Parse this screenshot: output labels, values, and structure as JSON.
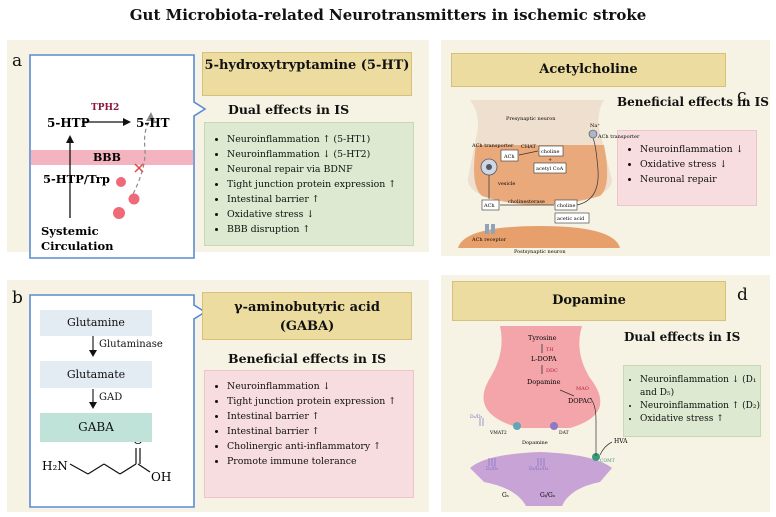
{
  "title": "Gut Microbiota-related Neurotransmitters in ischemic stroke",
  "panel_a": {
    "letter": "a",
    "header": "5-hydroxytryptamine (5-HT)",
    "subtitle": "Dual effects in IS",
    "effects": [
      "Neuroinflammation ↑ (5-HT1)",
      "Neuroinflammation ↓ (5-HT2)",
      "Neuronal repair via BDNF",
      "Tight junction protein expression ↑",
      "Intestinal barrier ↑",
      "Oxidative stress ↓",
      "BBB disruption ↑"
    ],
    "diagram": {
      "enzyme": "TPH2",
      "substrate": "5-HTP",
      "product": "5-HT",
      "barrier": "BBB",
      "source": "5-HTP/Trp",
      "circulation_1": "Systemic",
      "circulation_2": "Circulation"
    }
  },
  "panel_b": {
    "letter": "b",
    "header_1": "γ-aminobutyric acid",
    "header_2": "(GABA)",
    "subtitle": "Beneficial effects in IS",
    "effects": [
      "Neuroinflammation ↓",
      "Tight junction protein expression ↑",
      "Intestinal barrier ↑",
      "Intestinal barrier ↑",
      "Cholinergic anti-inflammatory ↑",
      "Promote immune tolerance"
    ],
    "flow": {
      "step1": "Glutamine",
      "enzyme1": "Glutaminase",
      "step2": "Glutamate",
      "enzyme2": "GAD",
      "step3": "GABA"
    },
    "molecule": {
      "amine": "H₂N",
      "oxygen": "O",
      "hydroxyl": "OH"
    }
  },
  "panel_c": {
    "letter": "c",
    "header": "Acetylcholine",
    "subtitle": "Beneficial effects in IS",
    "effects": [
      "Neuroinflammation ↓",
      "Oxidative stress ↓",
      "Neuronal repair"
    ],
    "diagram": {
      "presynaptic": "Presynaptic neuron",
      "postsynaptic": "Postsynaptic neuron",
      "ach_transporter_in": "ACh transporter",
      "ach": "ACh",
      "chat": "CHAT",
      "choline": "choline",
      "plus": "+",
      "acetyl_coa": "acetyl CoA",
      "vesicle": "vesicle",
      "na": "Na⁺",
      "ach_transporter_out": "ACh transporter",
      "cholinesterase": "cholinesterase",
      "acetic_acid": "acetic acid",
      "receptor": "ACh receptor"
    }
  },
  "panel_d": {
    "letter": "d",
    "header": "Dopamine",
    "subtitle": "Dual effects in IS",
    "effects": [
      "Neuroinflammation ↓ (D₁ and D₅)",
      "Neuroinflammation ↑ (D₂)",
      "Oxidative stress ↑"
    ],
    "diagram": {
      "tyrosine": "Tyrosine",
      "th": "TH",
      "ldopa": "L-DOPA",
      "ddc": "DDC",
      "dopamine": "Dopamine",
      "mao": "MAO",
      "dopac": "DOPAC",
      "d2d3": "D₂/D₃",
      "vmat2": "VMAT2",
      "dopamine_cleft": "Dopamine",
      "dat": "DAT",
      "hva": "HVA",
      "comt": "COMT",
      "d1d5": "D₁/D₅",
      "d2d4": "D₂/D₃/D₄",
      "gs": "Gₛ",
      "gigo": "Gᵢ/Gₒ"
    }
  },
  "colors": {
    "panel_bg": "#f6f3e4",
    "header": "#ecdca0",
    "green_box": "#dde9d0",
    "pink_box": "#f7dde0",
    "bbb": "#f3b3bf",
    "flow_box": "#e3ebf3",
    "gaba_box": "#bfe3d8",
    "callout_border": "#5b8bd2"
  }
}
